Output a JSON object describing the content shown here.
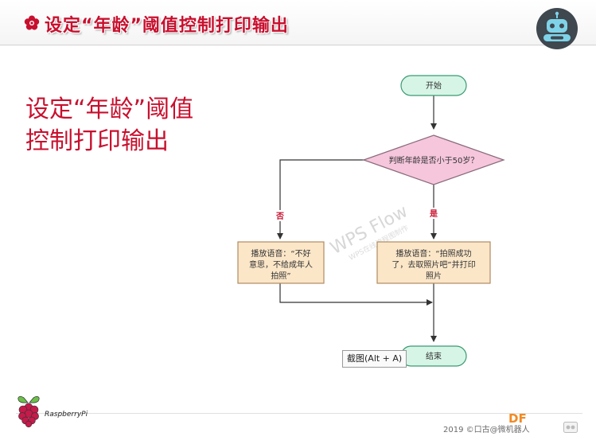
{
  "header": {
    "title": "设定“年龄”阈值控制打印输出",
    "flower_icon": "flower-icon",
    "robot_icon": "robot-logo-icon"
  },
  "heading": {
    "line1": "设定“年龄”阈值",
    "line2": "控制打印输出"
  },
  "flowchart": {
    "start": "开始",
    "decision": "判断年龄是否小于50岁？",
    "no_label": "否",
    "yes_label": "是",
    "no_action": [
      "播放语音：“不好",
      "意思，不给成年人",
      "拍照”"
    ],
    "yes_action": [
      "播放语音：“拍照成功",
      "了，去取照片吧”并打印",
      "照片"
    ],
    "end": "结束",
    "watermark": "WPS Flow",
    "watermark_sub": "WPS在线流程图制作"
  },
  "tooltip": "截图(Alt + A)",
  "footer": {
    "brand": "RaspberryPi",
    "copyright": "2019 ©口古@微机器人",
    "df_logo": "DF"
  },
  "colors": {
    "title_red": "#c8102e",
    "terminal_fill": "#d6f5e6",
    "terminal_stroke": "#3a9a73",
    "decision_fill": "#f5c6dc",
    "decision_stroke": "#8a6a7a",
    "process_fill": "#fbe6c8",
    "process_stroke": "#b08a60"
  }
}
